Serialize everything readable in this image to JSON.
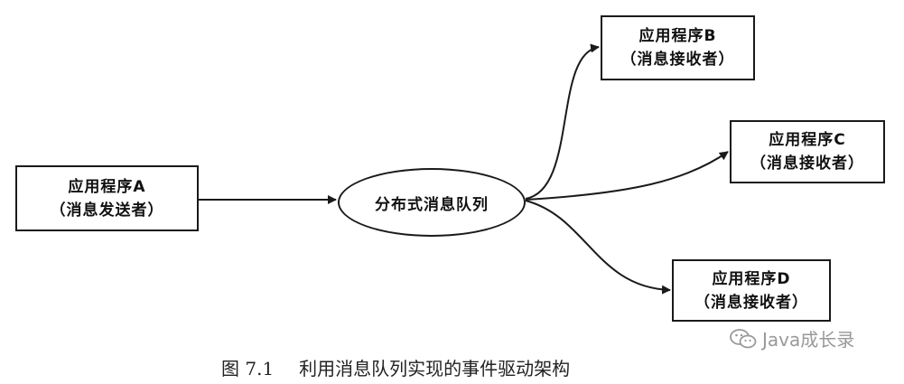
{
  "nodes": {
    "sender": {
      "title": "应用程序A",
      "role": "（消息发送者）"
    },
    "receiver_b": {
      "title": "应用程序B",
      "role": "（消息接收者）"
    },
    "receiver_c": {
      "title": "应用程序C",
      "role": "（消息接收者）"
    },
    "receiver_d": {
      "title": "应用程序D",
      "role": "（消息接收者）"
    }
  },
  "queue": {
    "label": "分布式消息队列"
  },
  "edges": [
    {
      "from": "应用程序A",
      "to": "分布式消息队列"
    },
    {
      "from": "分布式消息队列",
      "to": "应用程序B"
    },
    {
      "from": "分布式消息队列",
      "to": "应用程序C"
    },
    {
      "from": "分布式消息队列",
      "to": "应用程序D"
    }
  ],
  "caption": {
    "figure": "图 7.1",
    "text": "利用消息队列实现的事件驱动架构"
  },
  "watermark": {
    "text": "Java成长录",
    "icon": "wechat-icon"
  },
  "colors": {
    "stroke": "#1a1a1a",
    "watermark": "#999999"
  }
}
